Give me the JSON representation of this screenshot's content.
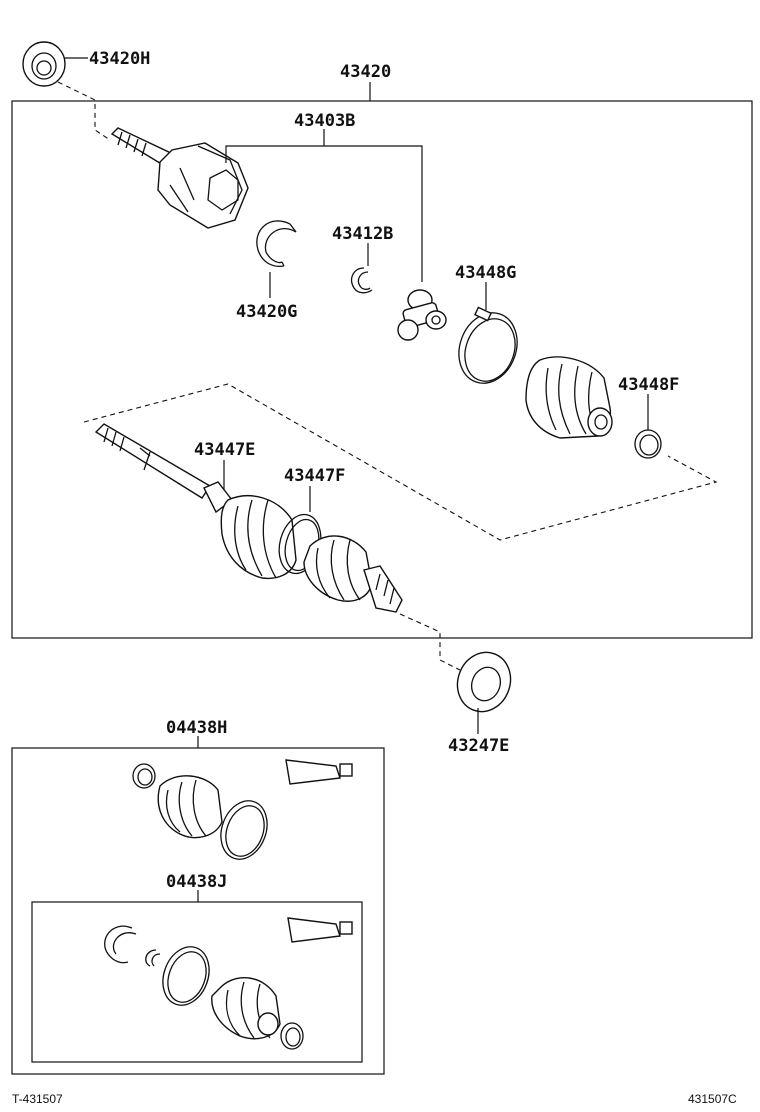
{
  "labels": {
    "p43420H": "43420H",
    "p43420": "43420",
    "p43403B": "43403B",
    "p43412B": "43412B",
    "p43420G": "43420G",
    "p43448G": "43448G",
    "p43448F": "43448F",
    "p43447E": "43447E",
    "p43447F": "43447F",
    "p43247E": "43247E",
    "p04438H": "04438H",
    "p04438J": "04438J"
  },
  "footer": {
    "left": "T-431507",
    "right": "431507C"
  }
}
